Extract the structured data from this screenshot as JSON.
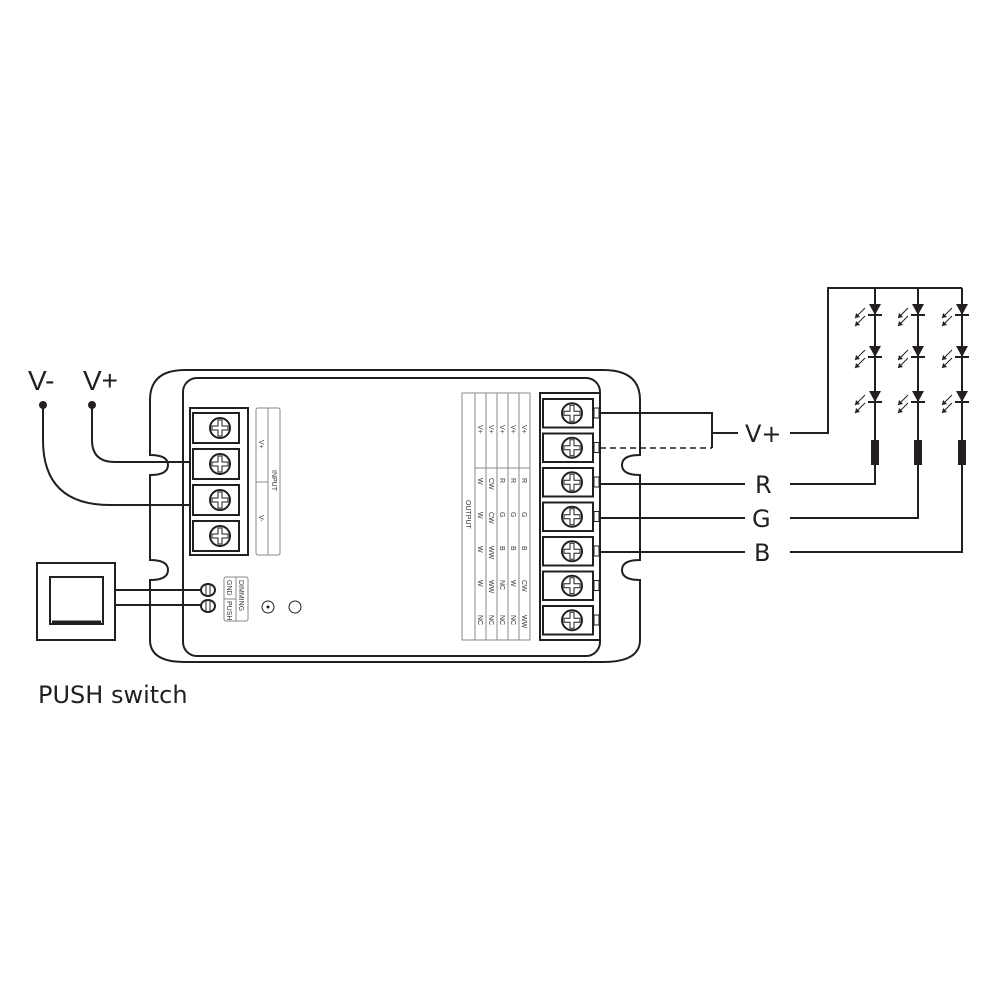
{
  "input_labels": {
    "v_minus": "V-",
    "v_plus": "V+"
  },
  "input_block": {
    "title": "INPUT",
    "v_plus": "V+",
    "v_minus": "V-"
  },
  "dimming_block": {
    "title": "DIMMING",
    "gnd": "GND",
    "push": "PUSH"
  },
  "output_table": {
    "title": "OUTPUT",
    "columns": [
      [
        "V+",
        "W",
        "W",
        "W",
        "W",
        "NC"
      ],
      [
        "V+",
        "CW",
        "CW",
        "WW",
        "WW",
        "NC"
      ],
      [
        "V+",
        "R",
        "G",
        "B",
        "NC",
        "NC"
      ],
      [
        "V+",
        "R",
        "G",
        "B",
        "W",
        "NC"
      ],
      [
        "V+",
        "R",
        "G",
        "B",
        "CW",
        "WW"
      ]
    ]
  },
  "output_wires": {
    "v_plus": "V+",
    "r": "R",
    "g": "G",
    "b": "B"
  },
  "switch_label": "PUSH switch"
}
